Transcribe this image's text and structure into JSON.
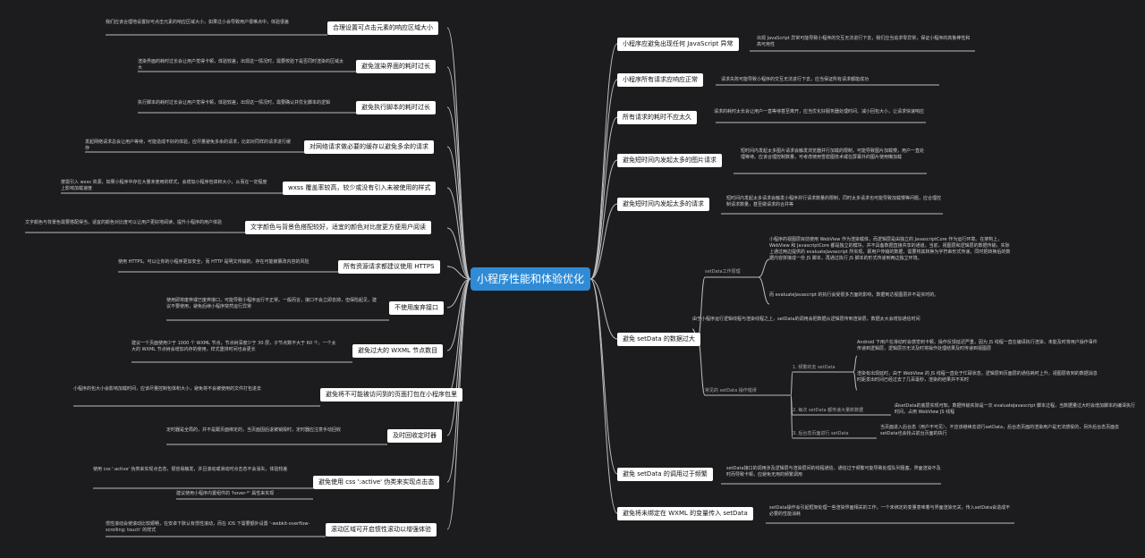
{
  "center_title": "小程序性能和体验优化",
  "left": [
    {
      "title": "合理设置可点击元素的响应区域大小",
      "notes": [
        "我们应该合理地设置好可点击元素的响应区域大小，如果过小会导致用户很难点中，体验很差"
      ]
    },
    {
      "title": "避免渲染界面的耗时过长",
      "notes": [
        "渲染界面的耗时过长会让用户觉得卡顿，体验较差，出现这一情况时，需要校验下是否同时渲染的区域太大"
      ]
    },
    {
      "title": "避免执行脚本的耗时过长",
      "notes": [
        "执行脚本的耗时过长会让用户觉得卡顿，体验较差，出现这一情况时，需要确认并优化脚本的逻辑"
      ]
    },
    {
      "title": "对网络请求做必要的缓存以避免多余的请求",
      "notes": [
        "发起网络请求总会让用户等待，可能造成不好的体验，应尽量避免多余的请求，比如对同样的请求进行缓存"
      ]
    },
    {
      "title": "wxss 覆盖率较高，较少或没有引入未被使用的样式",
      "notes": [
        "按需引入 wxss 资源，如果小程序中存在大量未使用的样式，会增加小程序包体积大小，从而在一定程度上影响加载速度"
      ]
    },
    {
      "title": "文字颜色与背景色搭配较好，适宜的颜色对比度更方便用户阅读",
      "notes": [
        "文字颜色与背景色需要搭配得当，适宜的颜色对比度可以让用户更好地阅读，提升小程序的用户体验"
      ]
    },
    {
      "title": "所有资源请求都建议使用 HTTPS",
      "notes": [
        "使用 HTTPS，可以让你的小程序更加安全，而 HTTP 是明文传输的，存在可能被篡改内容的风险"
      ]
    },
    {
      "title": "不使用废弃接口",
      "notes": [
        "使用即将废弃或已废弃接口，可能导致小程序运行不正常。一般而言，接口不会立即去掉，但保险起见，建议不要使用，避免后续小程序突然运行异常"
      ]
    },
    {
      "title": "避免过大的 WXML 节点数目",
      "notes": [
        "建议一个页面使用少于 1000 个 WXML 节点，节点树深度少于 30 层，子节点数不大于 60 个。一个太大的 WXML 节点树会增加内存的使用，样式重排时间也会更长"
      ]
    },
    {
      "title": "避免将不可能被访问到的页面打包在小程序包里",
      "notes": [
        "小程序的包大小会影响加载时间，应该尽量控制包体积大小，避免将不会被使用的文件打包进去"
      ]
    },
    {
      "title": "及时回收定时器",
      "notes": [
        "定时器是全局的，并不是跟页面绑定的，当页面因后退被销毁时，定时器应注意手动回收"
      ]
    },
    {
      "title": "避免使用 css ':active' 伪类来实现点击态",
      "notes": [
        "使用 css ':active' 伪类来实现点击态，很容易触发，并且滚动或滑动时点击态不会消失，体验较差",
        "建议使用小程序内置组件的 'hover-*' 属性来实现"
      ]
    },
    {
      "title": "滚动区域可开启惯性滚动以增强体验",
      "notes": [
        "惯性滚动会使滚动比较顺畅，在安卓下默认有惯性滚动，而在 iOS 下需要额外设置 '-webkit-overflow-scrolling: touch' 的样式"
      ]
    }
  ],
  "right": [
    {
      "title": "小程序应避免出现任何 JavaScript 异常",
      "notes": [
        "出现 JavaScript 异常可能导致小程序的交互无法进行下去，我们应当追求零异常，保证小程序的高鲁棒性和高可用性"
      ]
    },
    {
      "title": "小程序所有请求应响应正常",
      "notes": [
        "请求失败可能导致小程序的交互无法进行下去，应当保证所有请求都能成功"
      ]
    },
    {
      "title": "所有请求的耗时不应太久",
      "notes": [
        "请求的耗时太长会让用户一直等待甚至离开，应当优化好服务器处理时间、减小回包大小，让请求快速响应"
      ]
    },
    {
      "title": "避免短时间内发起太多的图片请求",
      "notes": [
        "短时间内发起太多图片请求会触发浏览器并行加载的限制，可能导致图片加载慢，用户一直处理等待。应该合理控制数量，可考虑使用雪碧图技术或在屏幕外的图片使用懒加载"
      ]
    },
    {
      "title": "避免短时间内发起太多的请求",
      "notes": [
        "短时间内发起太多请求会触发小程序并行请求数量的限制，同时太多请求也可能导致加载慢等问题，应合理控制请求数量，甚至做请求的合并等"
      ]
    }
  ],
  "setdata_large": {
    "title": "避免 setData 的数据过大",
    "principle": {
      "label": "setData工作原理",
      "notes": [
        "小程序的视图层目前使用 WebView 作为渲染载体，而逻辑层是由独立的 JavascriptCore 作为运行环境。在架构上，WebView 和 JavascriptCore 都是独立的模块，并不具备数据直接共享的通道。当前，视图层和逻辑层的数据传输，实际上通过两边提供的 evaluateJavascript 所实现。即用户传输的数据，需要将其转换为字符串形式传递，同时把转换后的数据内容拼接成一份 JS 脚本，再通过执行 JS 脚本的形式传递到两边独立环境。",
        "而 evaluateJavascript 的执行会受很多方面的影响，数据到达视图层并不是实时的。"
      ]
    },
    "summary": "由于小程序运行逻辑线程与渲染线程之上，setData的调用会把数据从逻辑层传到渲染层，数据太大会增加通信时间",
    "mistakes": {
      "label": "常见的 setData 操作错误",
      "items": [
        {
          "label": "1. 频繁的去 setData",
          "notes": [
            "Android 下用户在滑动时会感觉到卡顿，操作反馈延迟严重，因为 JS 线程一直在编译执行渲染，未能及时将用户操作事件传递到逻辑层，逻辑层亦无法及时将操作处理结果及时传递到视图层",
            "渲染有出现延时，由于 WebView 的 JS 线程一直处于忙碌状态，逻辑层到页面层的通信耗时上升，视图层收到的数据消息时距发出时间已经过去了几百毫秒，渲染的结果并不实时"
          ]
        },
        {
          "label": "2. 每次 setData 都传递大量新数据",
          "notes": [
            "由setData的底层实现可知，数据传输实际是一次 evaluateJavascript 脚本过程，当数据量过大时会增加脚本的编译执行时间，占用 WebView JS 线程"
          ]
        },
        {
          "label": "3. 后台态页面进行 setData",
          "notes": [
            "当页面进入后台态（用户不可见），不应该继续去进行setData，后台态页面的渲染用户是无法感受的，另外后台态页面去setData也会抢占前台页面的执行"
          ]
        }
      ]
    }
  },
  "setdata_freq": {
    "title": "避免 setData 的调用过于频繁",
    "notes": [
      "setData接口的调用涉及逻辑层与渲染层间的线程通信，通信过于频繁可能导致处理队列阻塞，界面渲染不及时而导致卡顿，应避免无用的频繁调用"
    ]
  },
  "setdata_unbound": {
    "title": "避免将未绑定在 WXML 的变量传入 setData",
    "notes": [
      "setData操作会引起框架处理一些渲染界面相关的工作，一个未绑定的变量意味着与界面渲染无关，传入setData会造成不必要的性能消耗"
    ]
  },
  "colors": {
    "canvas": "#1c1c1f",
    "center": "#2f8bd6",
    "node": "#ffffff",
    "line": "#bdbdbd"
  }
}
